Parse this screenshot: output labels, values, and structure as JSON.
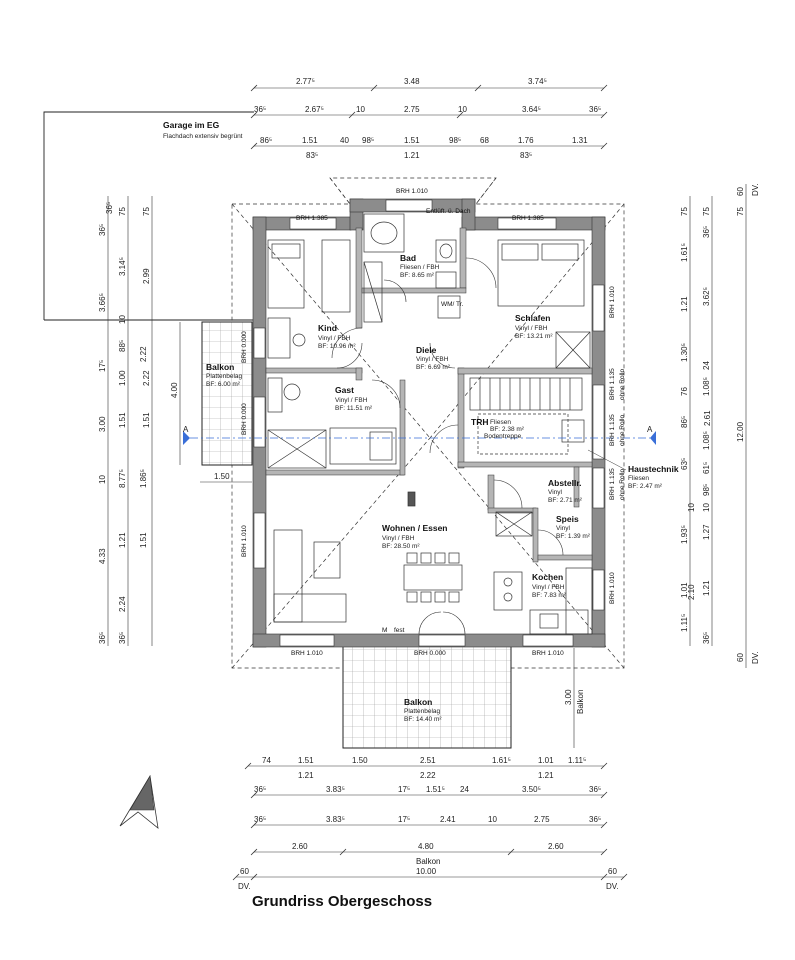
{
  "title": "Grundriss Obergeschoss",
  "garage": {
    "title": "Garage im EG",
    "subtitle": "Flachdach extensiv begrünt"
  },
  "rooms": {
    "bad": {
      "name": "Bad",
      "floor": "Fliesen / FBH",
      "area": "BF: 8.65 m²"
    },
    "kind": {
      "name": "Kind",
      "floor": "Vinyl / FBH",
      "area": "BF: 10.96 m²"
    },
    "schlafen": {
      "name": "Schlafen",
      "floor": "Vinyl / FBH",
      "area": "BF: 13.21 m²"
    },
    "diele": {
      "name": "Diele",
      "floor": "Vinyl / FBH",
      "area": "BF: 6.69 m²"
    },
    "gast": {
      "name": "Gast",
      "floor": "Vinyl / FBH",
      "area": "BF: 11.51 m²"
    },
    "trh": {
      "name": "TRH",
      "floor": "Fliesen",
      "area": "BF: 2.38 m²"
    },
    "haustechnik": {
      "name": "Haustechnik",
      "floor": "Fliesen",
      "area": "BF: 2.47 m²"
    },
    "abstellr": {
      "name": "Abstellr.",
      "floor": "Vinyl",
      "area": "BF: 2.71 m²"
    },
    "speis": {
      "name": "Speis",
      "floor": "Vinyl",
      "area": "BF: 1.39 m²"
    },
    "wohnen": {
      "name": "Wohnen / Essen",
      "floor": "Vinyl / FBH",
      "area": "BF: 28.50 m²"
    },
    "kochen": {
      "name": "Kochen",
      "floor": "Vinyl / FBH",
      "area": "BF: 7.83 m²"
    },
    "balkon_west": {
      "name": "Balkon",
      "floor": "Plattenbelag",
      "area": "BF: 6.00 m²"
    },
    "balkon_sued": {
      "name": "Balkon",
      "floor": "Plattenbelag",
      "area": "BF: 14.40 m²"
    }
  },
  "annotations": {
    "brh_1010": "BRH 1.010",
    "brh_1385": "BRH 1.385",
    "brh_0000": "BRH 0.000",
    "brh_1135": "BRH 1.135",
    "ohne_rollo": "ohne Rollo",
    "entlueft": "Entlüft. ü. Dach",
    "wm_tr": "WM/ Tr.",
    "bodentreppe": "Bodentreppe",
    "section_mark": "A",
    "fest": "fest",
    "m_mark": "M",
    "dim_150": "1.50",
    "balkon_label": "Balkon",
    "dim_300": "3.00"
  },
  "dims_top": {
    "row1": [
      "2.77⁵",
      "3.48",
      "3.74⁵"
    ],
    "row2": [
      "36⁵",
      "2.67⁵",
      "10",
      "2.75",
      "10",
      "3.64⁵",
      "36⁵"
    ],
    "row3": [
      "86⁵",
      "1.51",
      "40",
      "98⁵",
      "1.51",
      "98⁵",
      "68",
      "1.76",
      "1.31"
    ],
    "row3b": [
      "83⁵",
      "1.21",
      "83⁵"
    ]
  },
  "dims_bottom": {
    "row1": [
      "74",
      "1.51",
      "1.50",
      "2.51",
      "1.61⁵",
      "1.01",
      "1.11⁵"
    ],
    "row1b": [
      "1.21",
      "2.22",
      "1.21"
    ],
    "row2": [
      "36⁵",
      "3.83⁵",
      "17⁵",
      "1.51⁵",
      "24",
      "3.50⁵",
      "36⁵"
    ],
    "row3": [
      "36⁵",
      "3.83⁵",
      "17⁵",
      "2.41",
      "10",
      "2.75",
      "36⁵"
    ],
    "row4": [
      "2.60",
      "4.80",
      "2.60"
    ],
    "row4_label": "Balkon",
    "row5": [
      "60",
      "10.00",
      "60"
    ],
    "dv": "DV."
  },
  "dims_left": {
    "col1": [
      "36⁵",
      "3.66⁵",
      "17⁵",
      "3.00",
      "10",
      "4.33",
      "36⁵"
    ],
    "col2": [
      "75",
      "3.14⁵",
      "10",
      "88⁵",
      "1.00",
      "1.51",
      "8.77⁵",
      "1.21",
      "2.24",
      "36⁵"
    ],
    "col2b": [
      "36⁵",
      "2.22",
      "1.86⁵",
      "1.51"
    ],
    "col3": [
      "75",
      "2.99",
      "2.22",
      "1.51",
      "4.00"
    ]
  },
  "dims_right": {
    "col1": [
      "75",
      "1.61⁵",
      "1.21",
      "1.30⁵",
      "76",
      "86⁵",
      "63⁵",
      "1.93⁵",
      "1.01",
      "1.11⁵"
    ],
    "col2": [
      "75",
      "36⁵",
      "3.62⁵",
      "24",
      "1.08⁵",
      "1.08⁵",
      "61⁵",
      "98⁵",
      "10",
      "1.27",
      "1.21",
      "36⁵"
    ],
    "col2b": [
      "10",
      "2.10"
    ],
    "col3": [
      "60",
      "75",
      "2.61",
      "12.00",
      "60"
    ],
    "dv": "DV."
  }
}
